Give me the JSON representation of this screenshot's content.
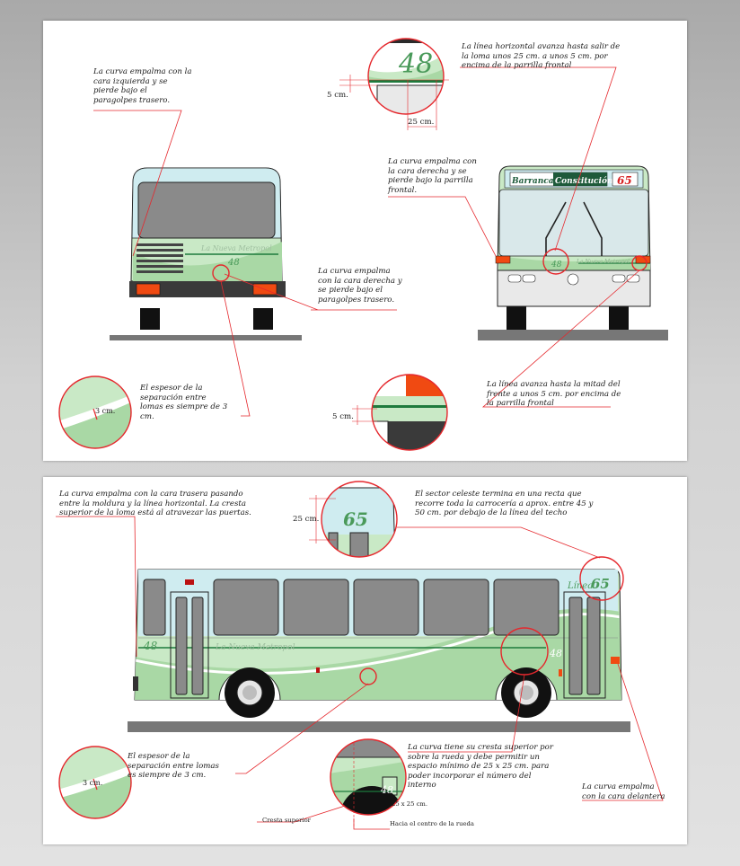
{
  "colors": {
    "mint": "#c9e9c6",
    "light_green": "#a9d8a5",
    "sky": "#cfecf0",
    "dark_green": "#1e7a3d",
    "bumper": "#3a3a3a",
    "orange": "#f04a12",
    "red_line": "#e5282d",
    "window": "#8a8a8a",
    "ground": "#777777"
  },
  "top": {
    "rear_view": {
      "brand": "La Nueva Metropol",
      "number": "48",
      "note_left": "La curva empalma con la cara izquierda y se pierde bajo el paragolpes trasero.",
      "note_right": "La curva empalma con la cara derecha y se pierde bajo el paragolpes trasero."
    },
    "front_view": {
      "sign_from": "Barrancas",
      "sign_to": "Constitución",
      "sign_number": "65",
      "number": "48",
      "brand": "La Nueva Metropol",
      "note_curve": "La curva empalma con la cara derecha y se pierde bajo la parrilla frontal."
    },
    "detail_top": {
      "number": "48",
      "dim_vertical": "5 cm.",
      "dim_horizontal": "25 cm.",
      "note": "La línea horizontal avanza hasta salir de la loma unos 25 cm. a unos 5 cm. por encima de la parrilla frontal"
    },
    "detail_thickness": {
      "label": "3 cm.",
      "note": "El espesor de la separación entre lomas es siempre de 3 cm."
    },
    "detail_front": {
      "dim": "5 cm.",
      "note": "La línea avanza hasta la mitad del frente a unos 5 cm. por encima de la parrilla frontal"
    }
  },
  "bottom": {
    "side_view": {
      "brand": "La Nueva Metropol",
      "number": "48",
      "line_label": "Línea",
      "line_number": "65"
    },
    "note_rear": "La curva empalma con la cara trasera pasando entre la moldura y la línea horizontal. La cresta superior de la loma está  al atravezar las puertas.",
    "detail_sky": {
      "dim": "25 cm.",
      "number": "65",
      "note": "El sector celeste termina en una recta que recorre toda la carrocería a aprox. entre 45 y 50 cm. por debajo de la línea del techo"
    },
    "detail_thickness": {
      "label": "3 cm.",
      "note": "El espesor de la separación entre lomas es siempre de 3 cm."
    },
    "detail_wheel": {
      "number": "48",
      "dim": "25 x 25 cm.",
      "note": "La curva tiene su cresta superior por sobre la rueda y debe permitir un espacio mínimo de 25 x 25 cm. para poder incorporar el número del interno",
      "label_crest": "Cresta superior",
      "label_center": "Hacia el centro de la rueda"
    },
    "note_front": "La curva empalma con la cara delantera"
  }
}
